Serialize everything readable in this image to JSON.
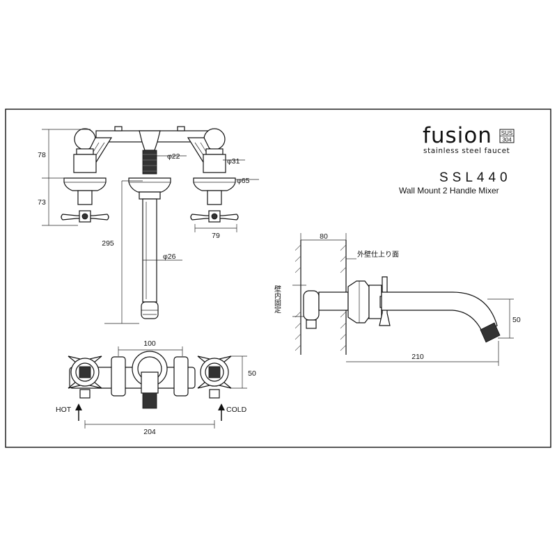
{
  "brand": {
    "logo_text": "fusion",
    "badge_top": "SUS",
    "badge_bottom": "304",
    "tagline": "stainless steel faucet"
  },
  "product": {
    "model": "SSL440",
    "description": "Wall Mount 2 Handle Mixer"
  },
  "front_view": {
    "dim_height_top": "78",
    "dim_height_mid": "73",
    "dim_spout_length": "295",
    "dia_22": "φ22",
    "dia_31": "φ31",
    "dia_65": "φ65",
    "dia_26": "φ26",
    "dim_handle_width": "79"
  },
  "top_view": {
    "dim_center": "100",
    "dim_depth": "50",
    "dim_overall": "204",
    "hot_label": "HOT",
    "cold_label": "COLD"
  },
  "side_view": {
    "dim_wall": "80",
    "dim_reach": "210",
    "dim_spout_drop": "50",
    "label_outer_wall": "外壁仕上り面",
    "label_wall_fix": "壁内固定"
  }
}
